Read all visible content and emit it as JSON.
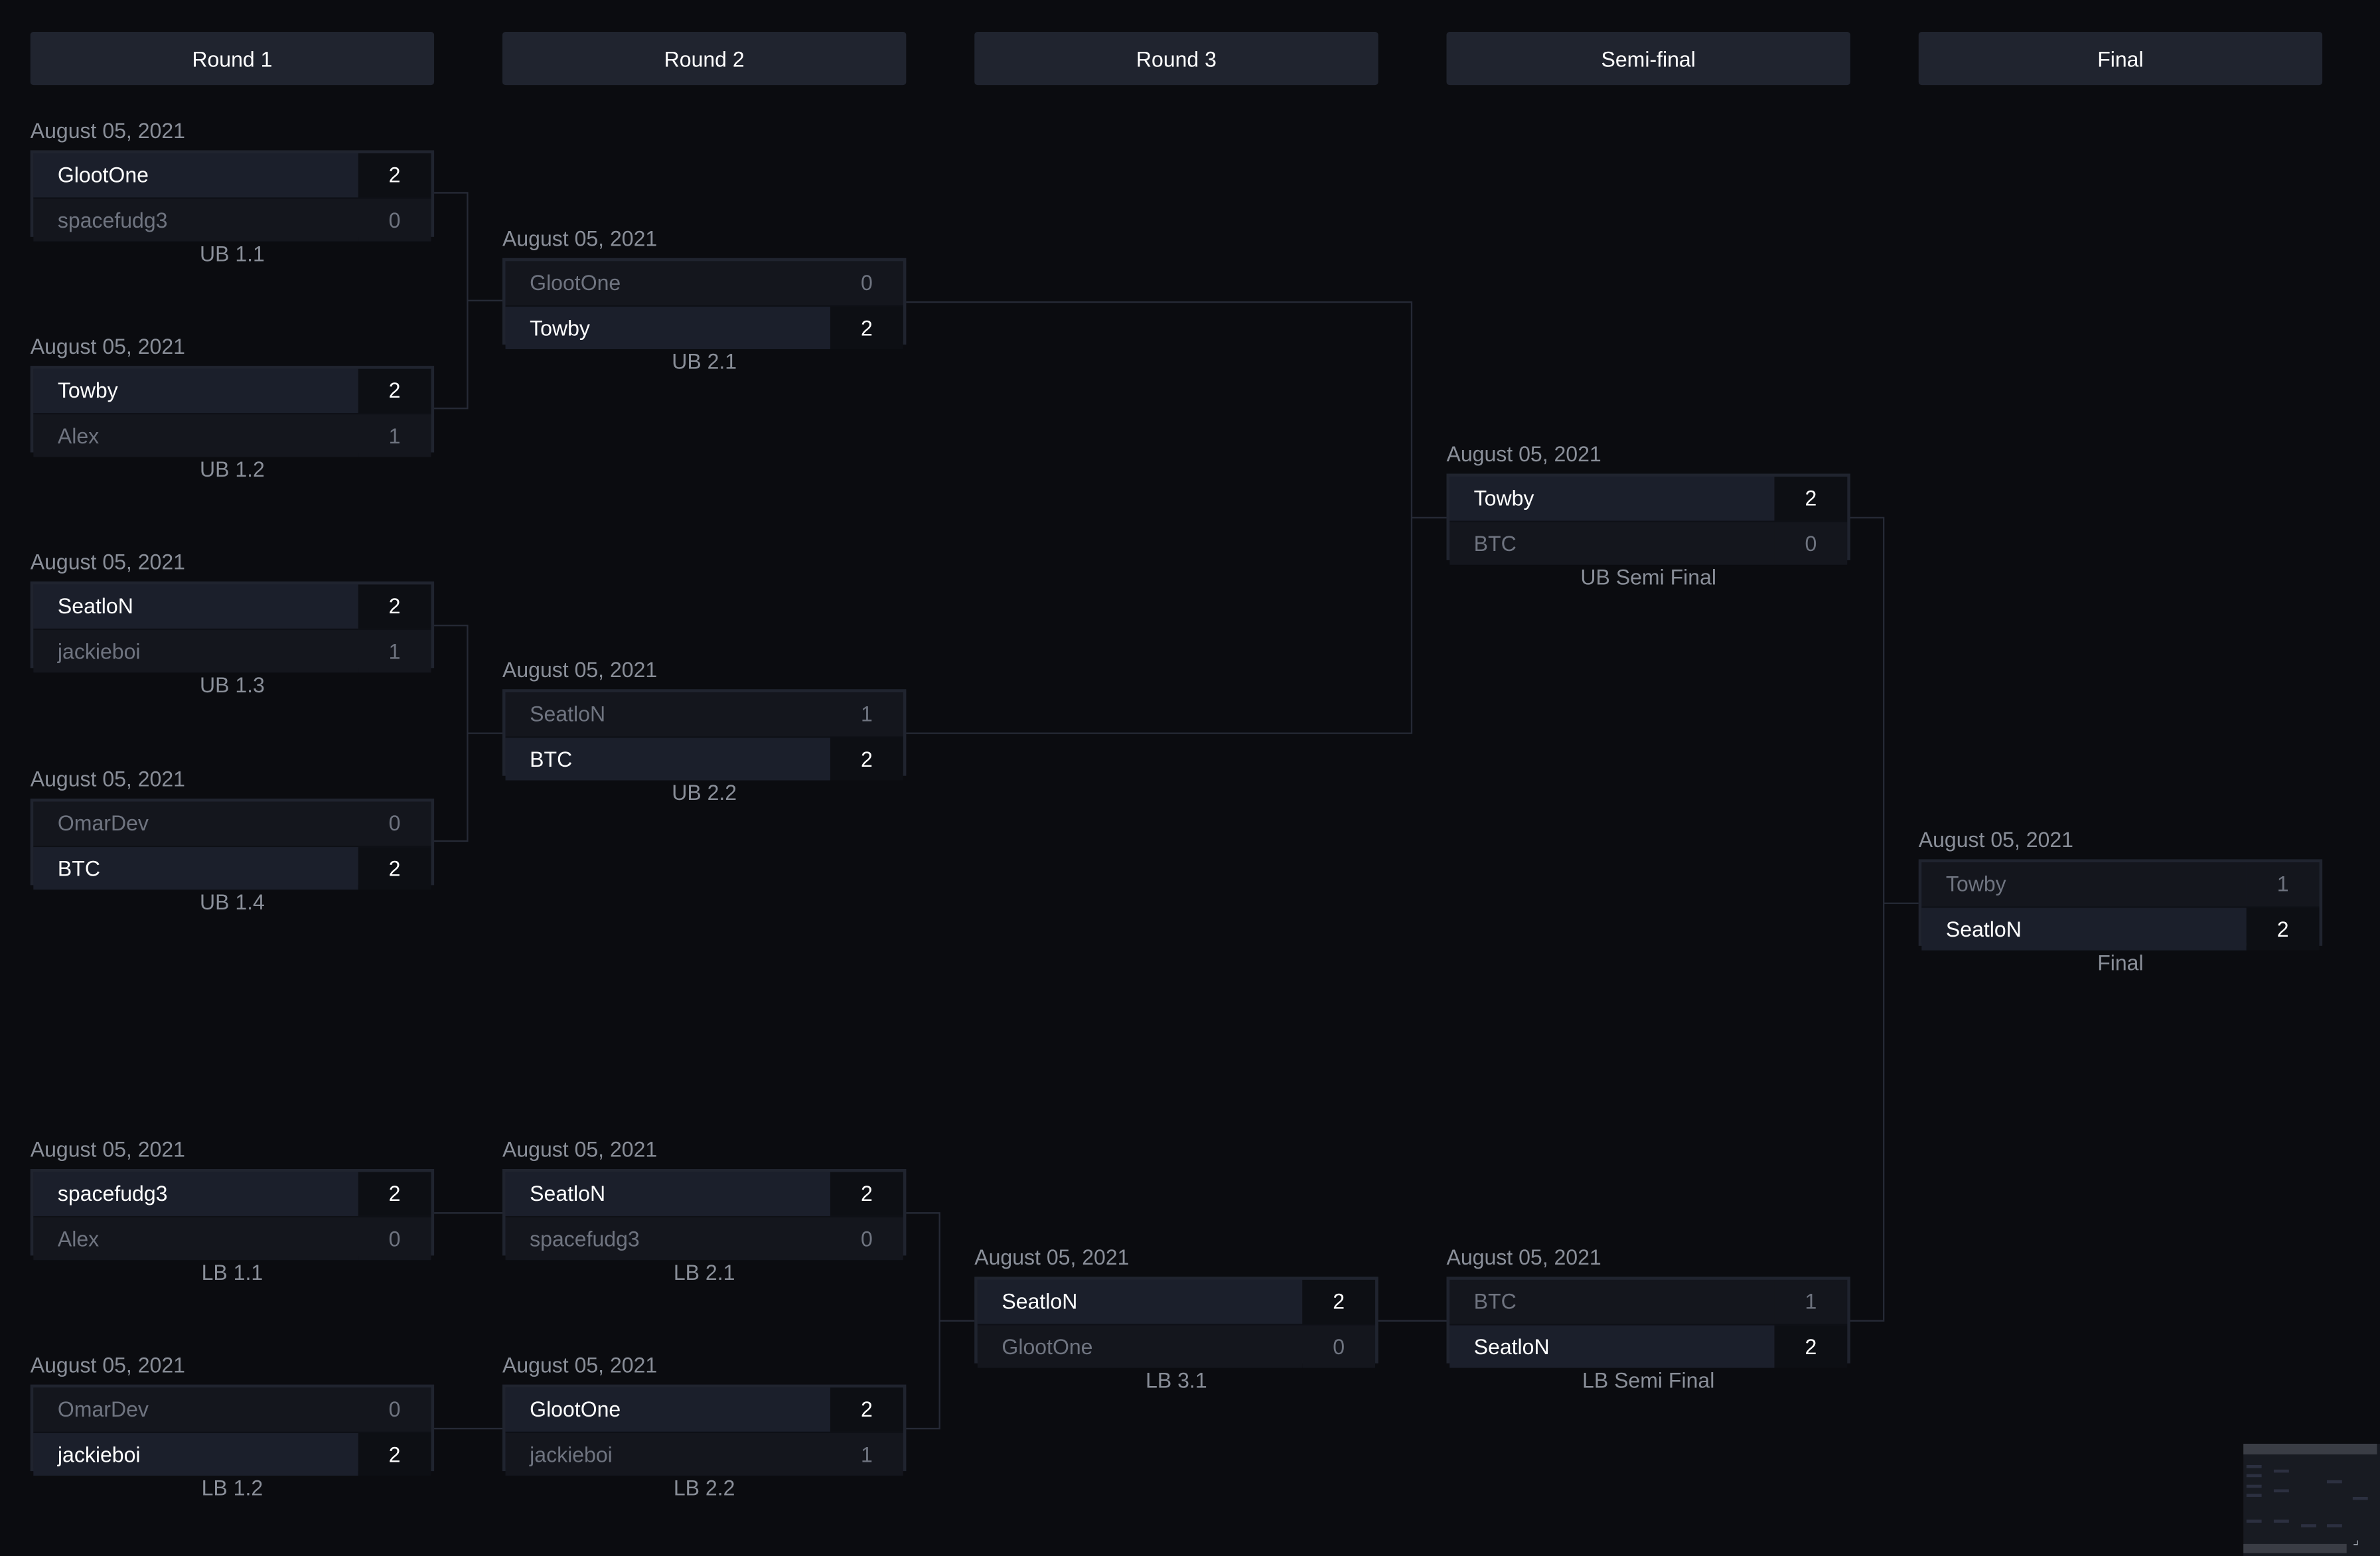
{
  "rounds": [
    "Round 1",
    "Round 2",
    "Round 3",
    "Semi-final",
    "Final"
  ],
  "matches": [
    {
      "date": "August 05, 2021",
      "label": "UB 1.1",
      "teams": [
        {
          "name": "GlootOne",
          "score": "2",
          "winner": true
        },
        {
          "name": "spacefudg3",
          "score": "0",
          "winner": false
        }
      ]
    },
    {
      "date": "August 05, 2021",
      "label": "UB 1.2",
      "teams": [
        {
          "name": "Towby",
          "score": "2",
          "winner": true
        },
        {
          "name": "Alex",
          "score": "1",
          "winner": false
        }
      ]
    },
    {
      "date": "August 05, 2021",
      "label": "UB 1.3",
      "teams": [
        {
          "name": "SeatloN",
          "score": "2",
          "winner": true
        },
        {
          "name": "jackieboi",
          "score": "1",
          "winner": false
        }
      ]
    },
    {
      "date": "August 05, 2021",
      "label": "UB 1.4",
      "teams": [
        {
          "name": "OmarDev",
          "score": "0",
          "winner": false
        },
        {
          "name": "BTC",
          "score": "2",
          "winner": true
        }
      ]
    },
    {
      "date": "August 05, 2021",
      "label": "LB 1.1",
      "teams": [
        {
          "name": "spacefudg3",
          "score": "2",
          "winner": true
        },
        {
          "name": "Alex",
          "score": "0",
          "winner": false
        }
      ]
    },
    {
      "date": "August 05, 2021",
      "label": "LB 1.2",
      "teams": [
        {
          "name": "OmarDev",
          "score": "0",
          "winner": false
        },
        {
          "name": "jackieboi",
          "score": "2",
          "winner": true
        }
      ]
    },
    {
      "date": "August 05, 2021",
      "label": "UB 2.1",
      "teams": [
        {
          "name": "GlootOne",
          "score": "0",
          "winner": false
        },
        {
          "name": "Towby",
          "score": "2",
          "winner": true
        }
      ]
    },
    {
      "date": "August 05, 2021",
      "label": "UB 2.2",
      "teams": [
        {
          "name": "SeatloN",
          "score": "1",
          "winner": false
        },
        {
          "name": "BTC",
          "score": "2",
          "winner": true
        }
      ]
    },
    {
      "date": "August 05, 2021",
      "label": "LB 2.1",
      "teams": [
        {
          "name": "SeatloN",
          "score": "2",
          "winner": true
        },
        {
          "name": "spacefudg3",
          "score": "0",
          "winner": false
        }
      ]
    },
    {
      "date": "August 05, 2021",
      "label": "LB 2.2",
      "teams": [
        {
          "name": "GlootOne",
          "score": "2",
          "winner": true
        },
        {
          "name": "jackieboi",
          "score": "1",
          "winner": false
        }
      ]
    },
    {
      "date": "August 05, 2021",
      "label": "LB 3.1",
      "teams": [
        {
          "name": "SeatloN",
          "score": "2",
          "winner": true
        },
        {
          "name": "GlootOne",
          "score": "0",
          "winner": false
        }
      ]
    },
    {
      "date": "August 05, 2021",
      "label": "UB Semi Final",
      "teams": [
        {
          "name": "Towby",
          "score": "2",
          "winner": true
        },
        {
          "name": "BTC",
          "score": "0",
          "winner": false
        }
      ]
    },
    {
      "date": "August 05, 2021",
      "label": "LB Semi Final",
      "teams": [
        {
          "name": "BTC",
          "score": "1",
          "winner": false
        },
        {
          "name": "SeatloN",
          "score": "2",
          "winner": true
        }
      ]
    },
    {
      "date": "August 05, 2021",
      "label": "Final",
      "teams": [
        {
          "name": "Towby",
          "score": "1",
          "winner": false
        },
        {
          "name": "SeatloN",
          "score": "2",
          "winner": true
        }
      ]
    }
  ],
  "colors": {
    "background": "#0b0c10",
    "header": "#20242f",
    "winner_text": "#ffffff",
    "loser_text": "#6f7480",
    "connector": "#262a36"
  }
}
